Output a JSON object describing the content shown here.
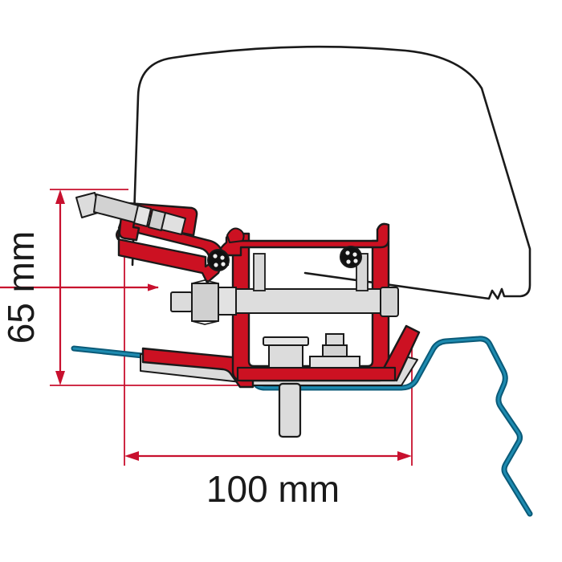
{
  "drawing": {
    "title": "Awning roof adapter bracket cross-section",
    "background_color": "#FFFFFF"
  },
  "colors": {
    "bracket_red": "#CC1122",
    "bracket_red_dark": "#A50E1C",
    "dimension_red": "#C8102E",
    "roof_rail_blue": "#0B6A8C",
    "roof_rail_blue_dark": "#0A5A78",
    "metal_grey": "#D8D8D8",
    "metal_grey_light": "#E8E8E8",
    "metal_grey_mid": "#C4C4C4",
    "outline_black": "#1A1A1A",
    "text_black": "#1A1A1A"
  },
  "dimensions": {
    "vertical": {
      "label": "65 mm",
      "value": 65,
      "unit": "mm",
      "orientation": "vertical",
      "rotation_deg": -90
    },
    "horizontal": {
      "label": "100 mm",
      "value": 100,
      "unit": "mm",
      "orientation": "horizontal",
      "rotation_deg": 0
    }
  },
  "parts": [
    {
      "name": "vehicle-body-outline",
      "color": "#1A1A1A",
      "description": "van rear body panel outline"
    },
    {
      "name": "adapter-bracket",
      "color": "#CC1122",
      "description": "red awning adapter bracket profile"
    },
    {
      "name": "roof-rail-profile",
      "color": "#0B6A8C",
      "description": "teal vehicle roof rail section"
    },
    {
      "name": "clamp-bolt-assembly",
      "color": "#D8D8D8",
      "description": "hook clamp with tensioning bolt"
    },
    {
      "name": "main-bolt-assembly",
      "color": "#D8D8D8",
      "description": "central through bolt with hex nut"
    },
    {
      "name": "lower-pin",
      "color": "#D8D8D8",
      "description": "vertical mounting pin"
    },
    {
      "name": "hex-screw-left",
      "color": "#111111",
      "description": "socket screw head left"
    },
    {
      "name": "hex-screw-right",
      "color": "#111111",
      "description": "socket screw head right"
    }
  ]
}
